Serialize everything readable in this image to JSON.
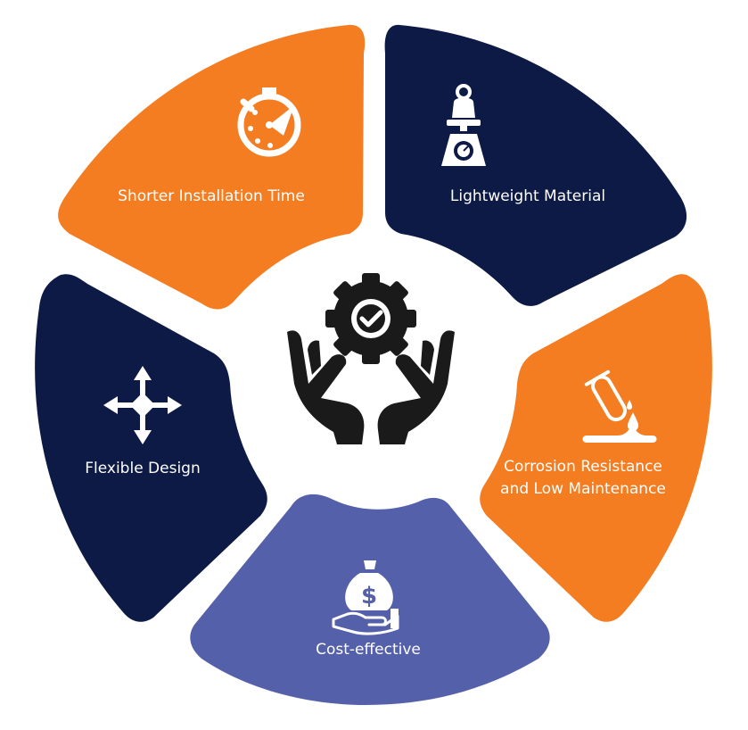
{
  "colors": {
    "orange": "#F47C21",
    "navy": "#0C1A45",
    "periwinkle": "#5560AB",
    "white": "#FFFFFF",
    "center_icon": "#1A1A1A"
  },
  "center": {
    "icon": "hands-holding-gear-check-icon"
  },
  "segments": [
    {
      "label": "Shorter Installation Time",
      "icon": "stopwatch-icon",
      "color": "#F47C21"
    },
    {
      "label": "Lightweight Material",
      "icon": "weighing-scale-icon",
      "color": "#0C1A45"
    },
    {
      "label_line1": "Corrosion Resistance",
      "label_line2": "and Low Maintenance",
      "icon": "test-tube-drop-icon",
      "color": "#F47C21"
    },
    {
      "label": "Cost-effective",
      "icon": "money-bag-hand-icon",
      "color": "#5560AB"
    },
    {
      "label": "Flexible Design",
      "icon": "four-way-arrows-icon",
      "color": "#0C1A45"
    }
  ]
}
